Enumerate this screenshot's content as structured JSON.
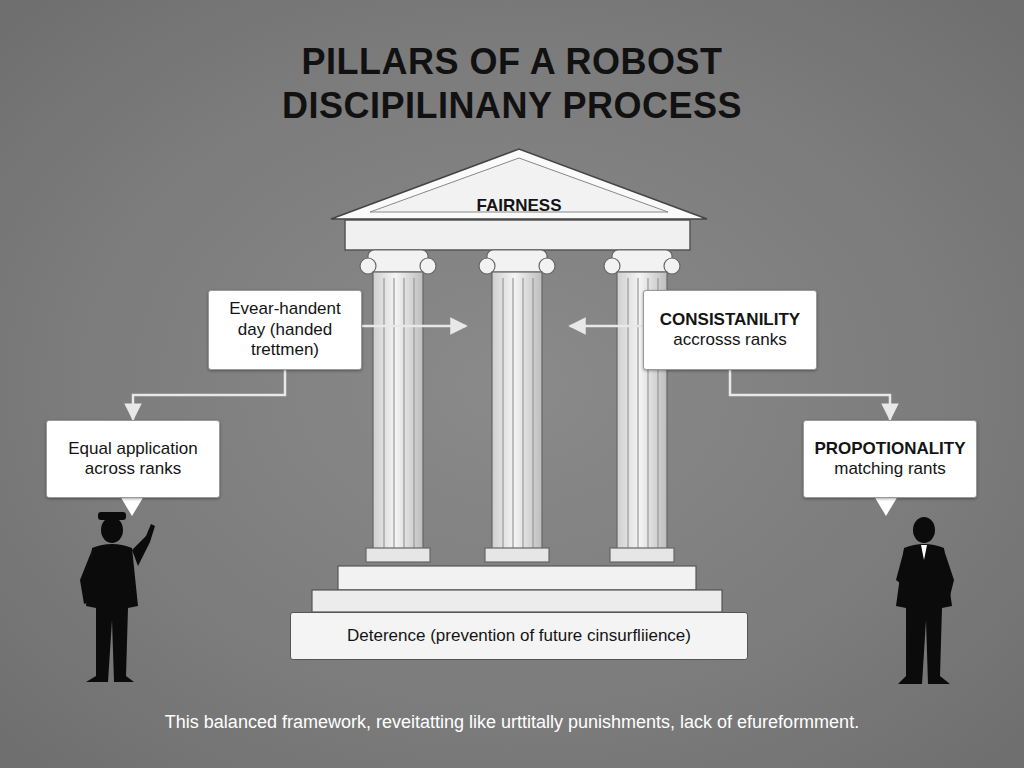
{
  "diagram": {
    "title": "PILLARS OF A ROBOST DISCIPILINANY PROCESS",
    "caption": "This balanced framework, reveitatting like urttitally punishments, lack of efureformment.",
    "nodes": [
      {
        "text": [
          "FAIRNESS"
        ]
      },
      {
        "text": [
          "Evear-handent day (handed trettmen)"
        ]
      },
      {
        "text": [
          "CONSISTANILITY",
          "accrosss ranks"
        ]
      },
      {
        "text": [
          "Equal application across ranks"
        ]
      },
      {
        "text": [
          "PROPOTIONALITY",
          "matching rants"
        ]
      },
      {
        "text": [
          "Deterence (prevention of future cinsurfliience)"
        ]
      }
    ],
    "edges": [
      {
        "from": 1,
        "to": 3,
        "arrow": "to"
      },
      {
        "from": 2,
        "to": 4,
        "arrow": "to"
      }
    ]
  }
}
